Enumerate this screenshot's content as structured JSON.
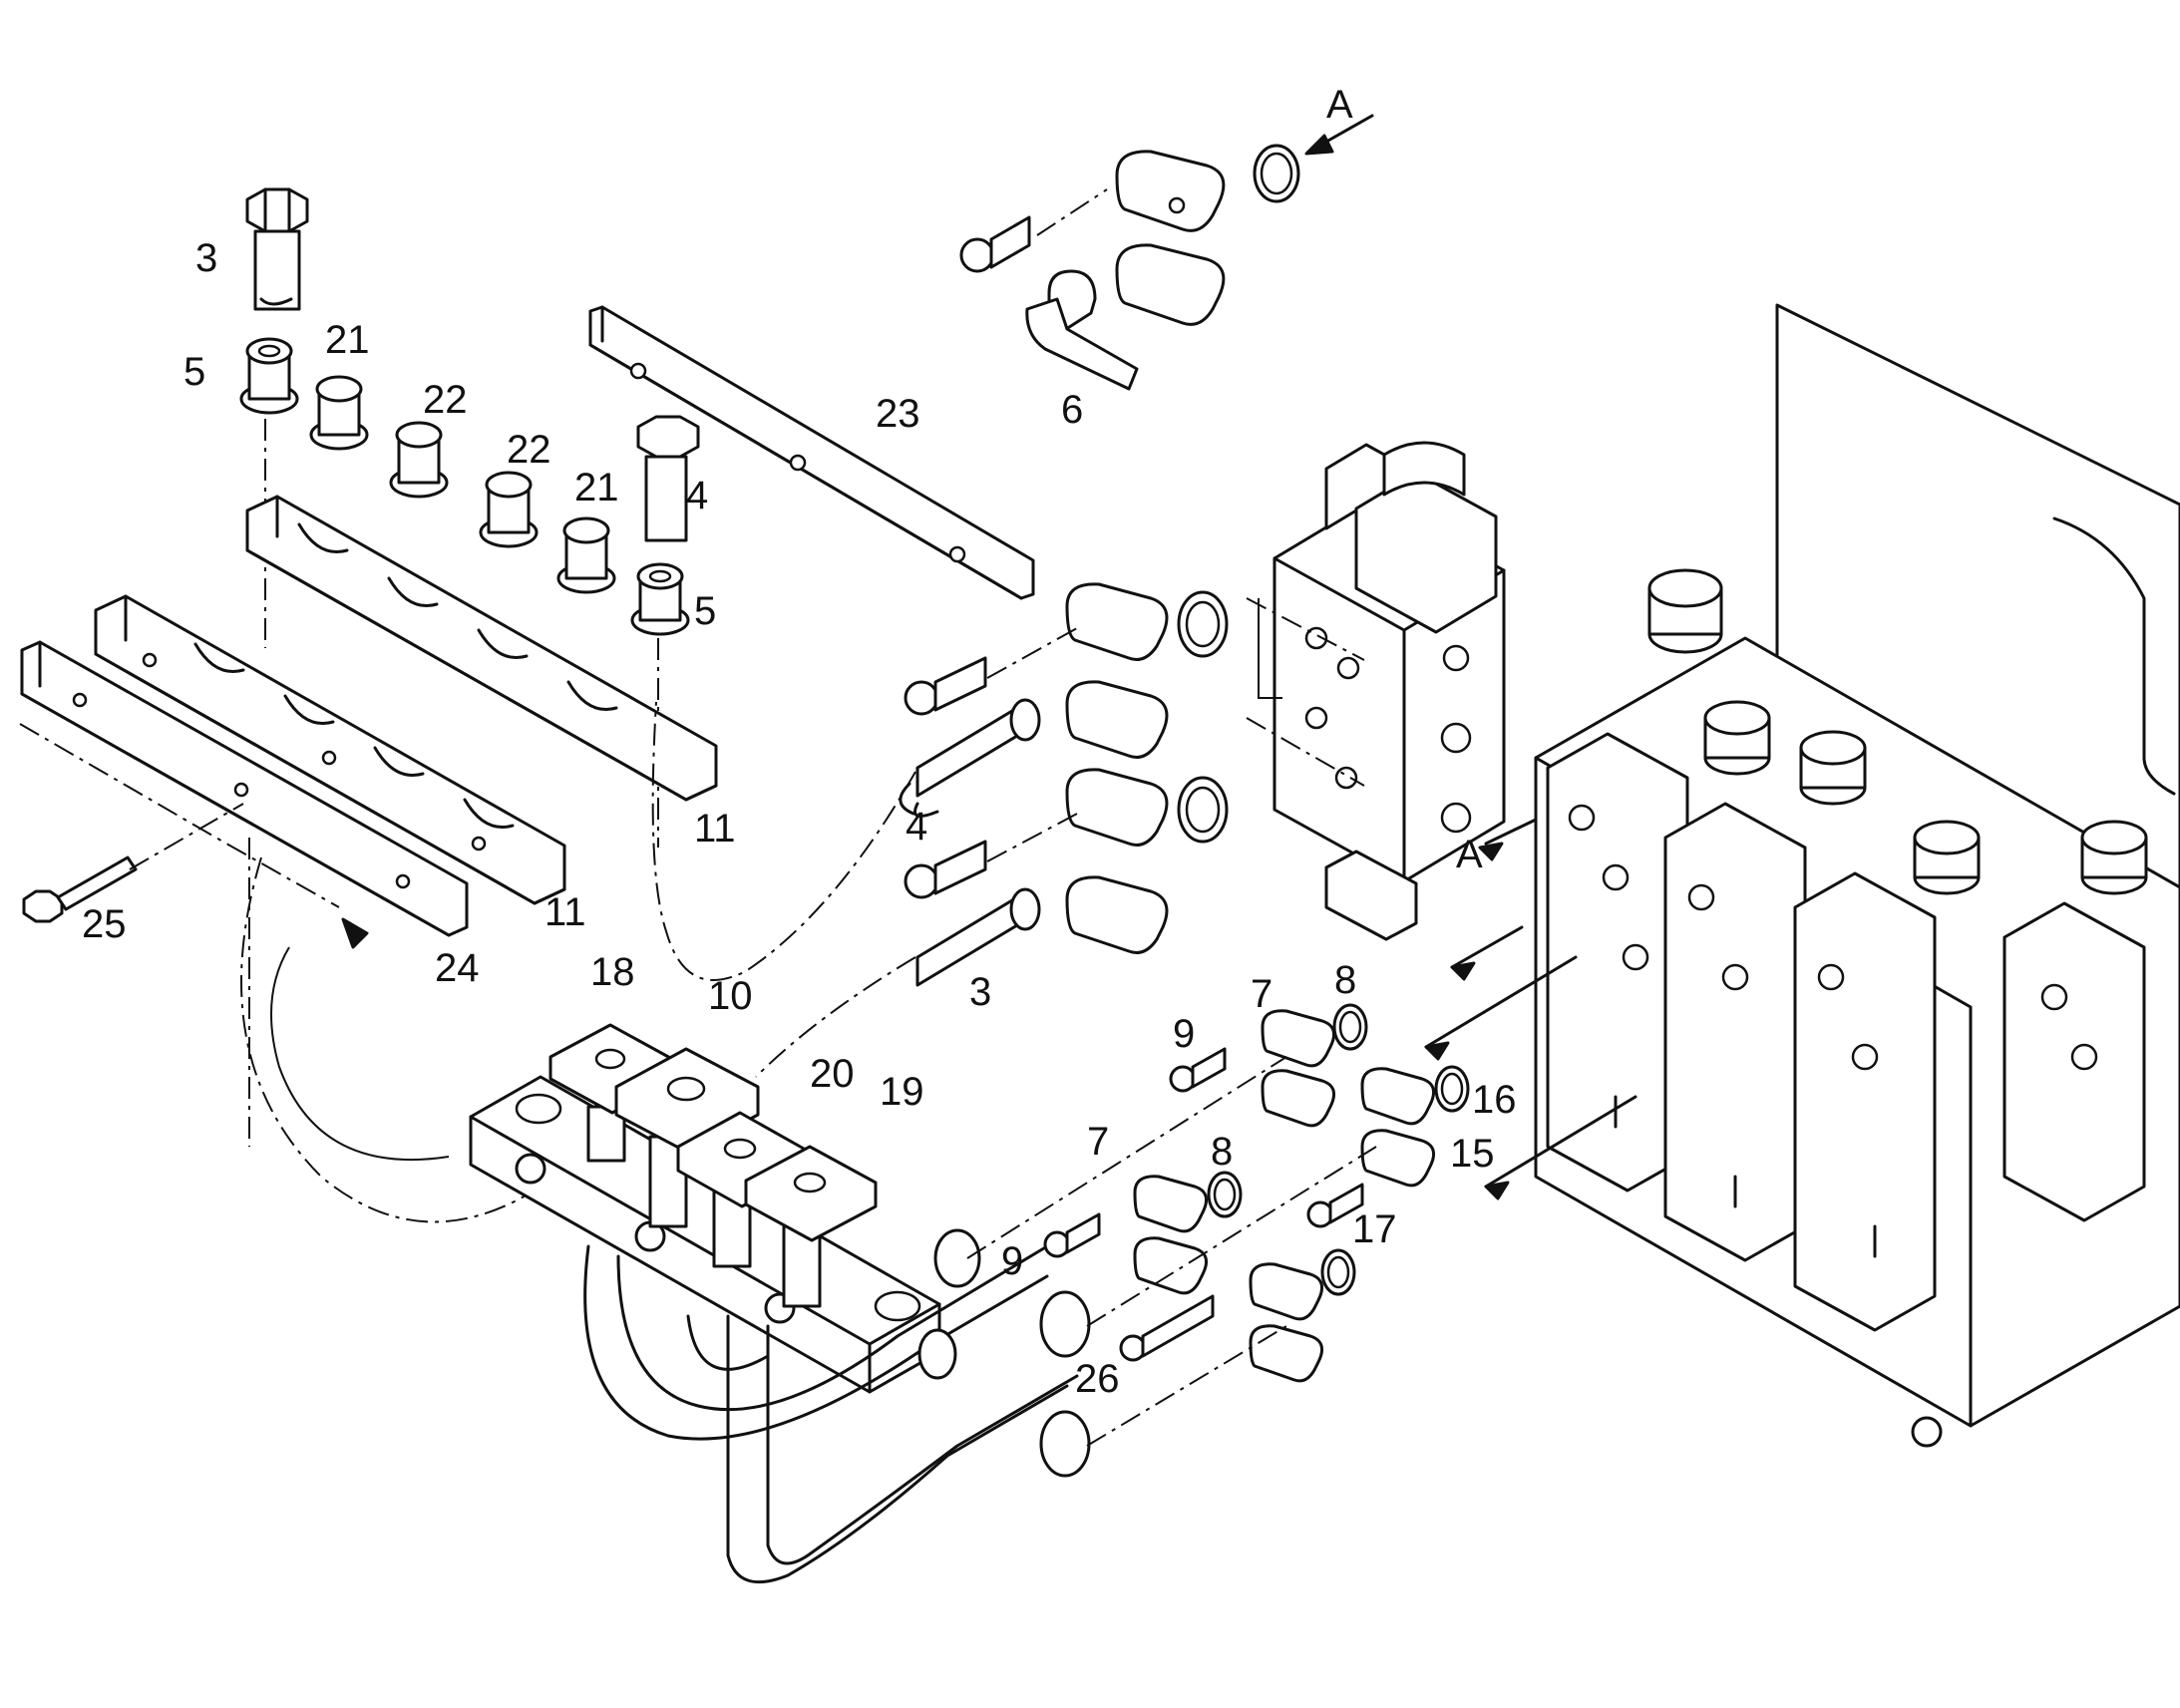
{
  "labels": [
    {
      "key": "3a",
      "text": "3"
    },
    {
      "key": "5a",
      "text": "5"
    },
    {
      "key": "21a",
      "text": "21"
    },
    {
      "key": "22a",
      "text": "22"
    },
    {
      "key": "22b",
      "text": "22"
    },
    {
      "key": "21b",
      "text": "21"
    },
    {
      "key": "4a",
      "text": "4"
    },
    {
      "key": "5b",
      "text": "5"
    },
    {
      "key": "23",
      "text": "23"
    },
    {
      "key": "6",
      "text": "6"
    },
    {
      "key": "Aa",
      "text": "A"
    },
    {
      "key": "11a",
      "text": "11"
    },
    {
      "key": "11b",
      "text": "11"
    },
    {
      "key": "25",
      "text": "25"
    },
    {
      "key": "24",
      "text": "24"
    },
    {
      "key": "4b",
      "text": "4"
    },
    {
      "key": "3b",
      "text": "3"
    },
    {
      "key": "Ab",
      "text": "A"
    },
    {
      "key": "18",
      "text": "18"
    },
    {
      "key": "10",
      "text": "10"
    },
    {
      "key": "20",
      "text": "20"
    },
    {
      "key": "19",
      "text": "19"
    },
    {
      "key": "9a",
      "text": "9"
    },
    {
      "key": "7a",
      "text": "7"
    },
    {
      "key": "8a",
      "text": "8"
    },
    {
      "key": "16",
      "text": "16"
    },
    {
      "key": "15",
      "text": "15"
    },
    {
      "key": "7b",
      "text": "7"
    },
    {
      "key": "8b",
      "text": "8"
    },
    {
      "key": "9b",
      "text": "9"
    },
    {
      "key": "17",
      "text": "17"
    },
    {
      "key": "26",
      "text": "26"
    }
  ]
}
